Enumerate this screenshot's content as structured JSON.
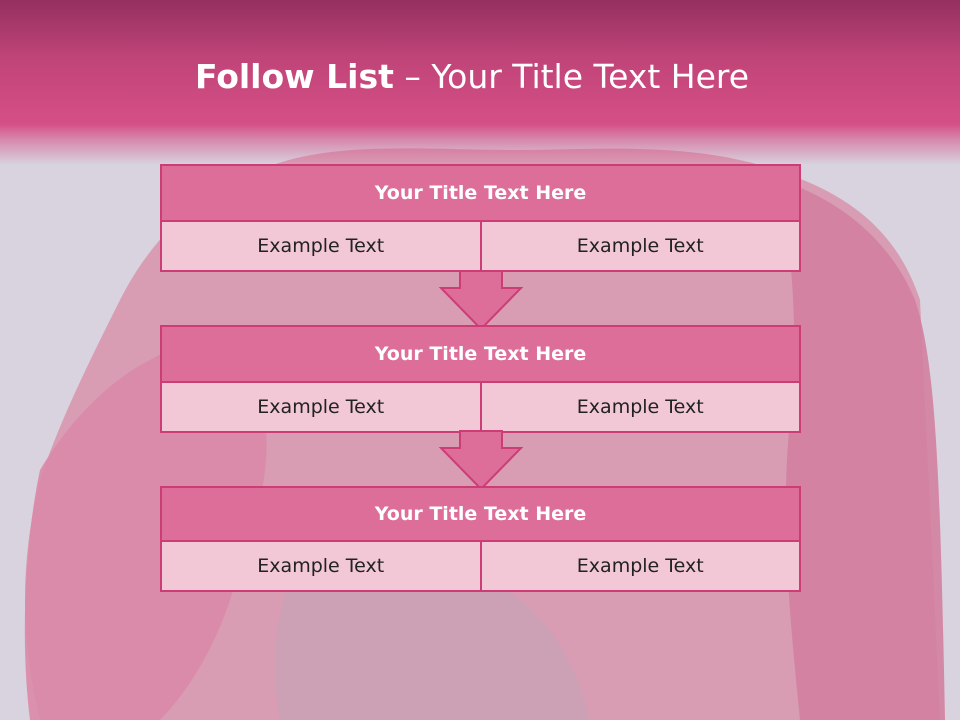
{
  "slide": {
    "title_bold": "Follow List",
    "title_rest": " – Your Title Text Here"
  },
  "steps": [
    {
      "title": "Your Title Text Here",
      "left": "Example Text",
      "right": "Example Text"
    },
    {
      "title": "Your Title Text Here",
      "left": "Example Text",
      "right": "Example Text"
    },
    {
      "title": "Your Title Text Here",
      "left": "Example Text",
      "right": "Example Text"
    }
  ],
  "colors": {
    "header": "#d54f86",
    "box_title": "#dd6e99",
    "box_cell": "#f2c7d6",
    "border": "#cc3d76",
    "background": "#d8d3df"
  }
}
